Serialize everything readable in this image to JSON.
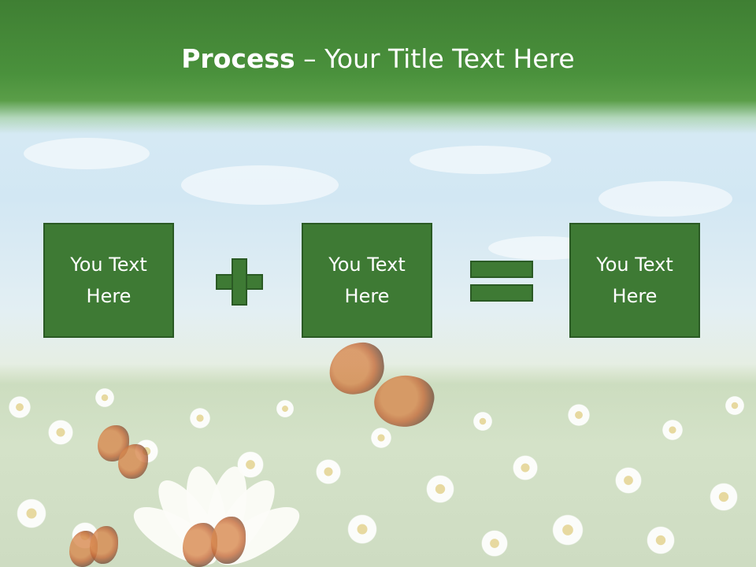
{
  "slide": {
    "title_bold": "Process",
    "title_rest": " – Your Title Text Here"
  },
  "boxes": [
    {
      "label_line1": "You Text",
      "label_line2": "Here"
    },
    {
      "label_line1": "You Text",
      "label_line2": "Here"
    },
    {
      "label_line1": "You Text",
      "label_line2": "Here"
    }
  ],
  "operators": [
    "plus-icon",
    "equals-icon"
  ],
  "colors": {
    "title_band": "#4a913c",
    "box_fill": "#3e7a34",
    "box_border": "#2a5a24",
    "text": "#ffffff"
  },
  "background": "sky-and-daisy-meadow-with-butterflies"
}
